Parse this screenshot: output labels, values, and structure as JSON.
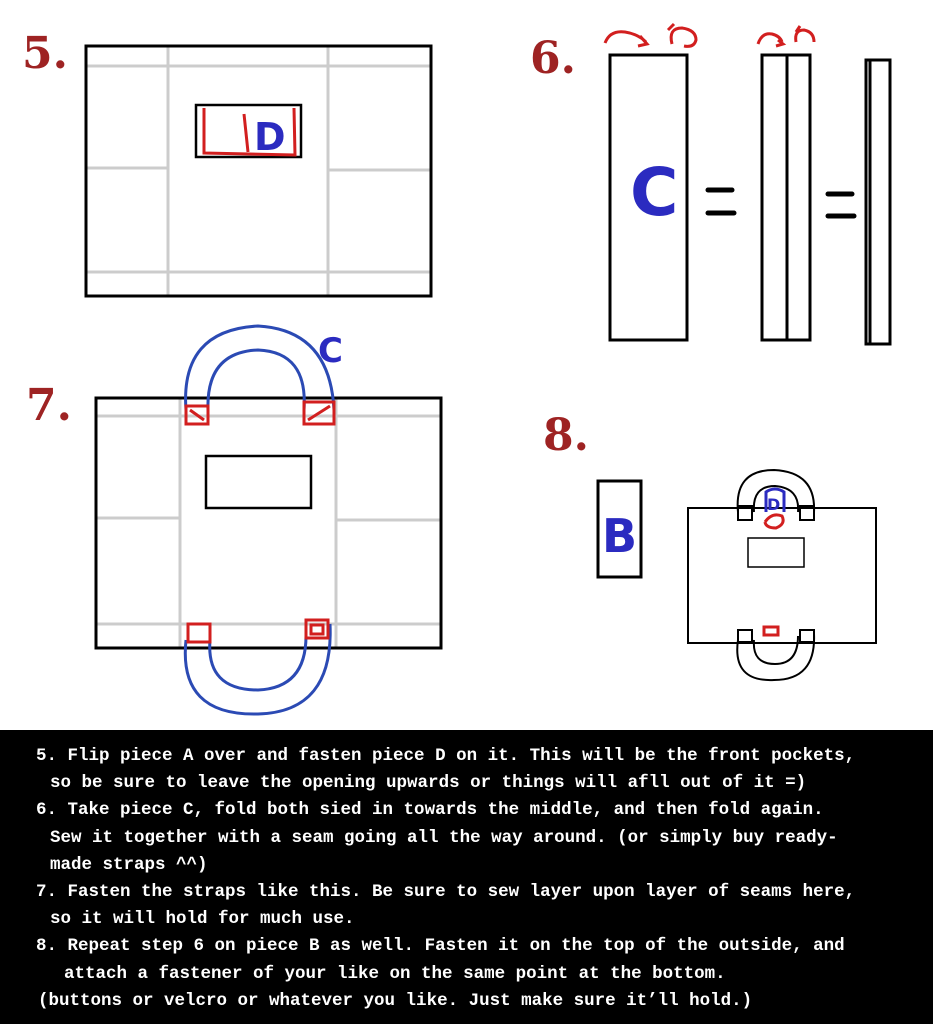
{
  "steps": {
    "s5": {
      "number": "5.",
      "pocket_letter": "D"
    },
    "s6": {
      "number": "6.",
      "strap_letter": "C"
    },
    "s7": {
      "number": "7.",
      "strap_letter": "C"
    },
    "s8": {
      "number": "8.",
      "piece_letter": "B",
      "top_letter": "D"
    }
  },
  "colors": {
    "outline": "#000000",
    "seam": "#cccccc",
    "red": "#d21f1f",
    "blue": "#2b2bc0",
    "step_number": "#9e2323",
    "background_text": "#000000"
  },
  "instructions": [
    {
      "indent": 36,
      "text": "5. Flip piece A over and fasten piece D on it. This will be the front pockets,"
    },
    {
      "indent": 50,
      "text": "so be sure to leave the opening upwards or things will afll out of it =)"
    },
    {
      "indent": 36,
      "text": "6. Take piece C, fold both sied in towards the middle, and then fold again."
    },
    {
      "indent": 50,
      "text": "Sew it together with a seam going all the way around. (or simply buy ready-"
    },
    {
      "indent": 50,
      "text": "made straps ^^)"
    },
    {
      "indent": 36,
      "text": "7. Fasten the straps like this. Be sure to sew layer upon layer of seams here,"
    },
    {
      "indent": 50,
      "text": "so it will hold for much use."
    },
    {
      "indent": 36,
      "text": "8. Repeat step 6 on piece B as well. Fasten it on the top of the outside, and"
    },
    {
      "indent": 64,
      "text": "attach a fastener of your like on the same point at the bottom."
    },
    {
      "indent": 38,
      "text": "(buttons or velcro or whatever you like. Just make sure it’ll hold.)"
    }
  ]
}
